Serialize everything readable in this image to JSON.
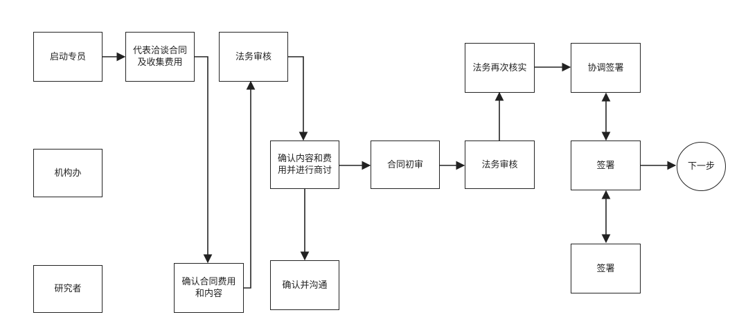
{
  "colors": {
    "stroke": "#222222",
    "background": "#ffffff"
  },
  "nodes": {
    "start_specialist": "启动专员",
    "institution_office": "机构办",
    "researcher": "研究者",
    "negotiate_contract": "代表洽谈合同\n及收集费用",
    "legal_review_1": "法务审核",
    "confirm_fee_content": "确认合同费用\n和内容",
    "confirm_and_negotiate": "确认内容和费\n用并进行商讨",
    "confirm_and_communicate": "确认并沟通",
    "contract_initial_review": "合同初审",
    "legal_review_2": "法务审核",
    "legal_recheck": "法务再次核实",
    "coordinate_signing": "协调签署",
    "signing_1": "签署",
    "signing_2": "签署",
    "next_step": "下一步"
  }
}
